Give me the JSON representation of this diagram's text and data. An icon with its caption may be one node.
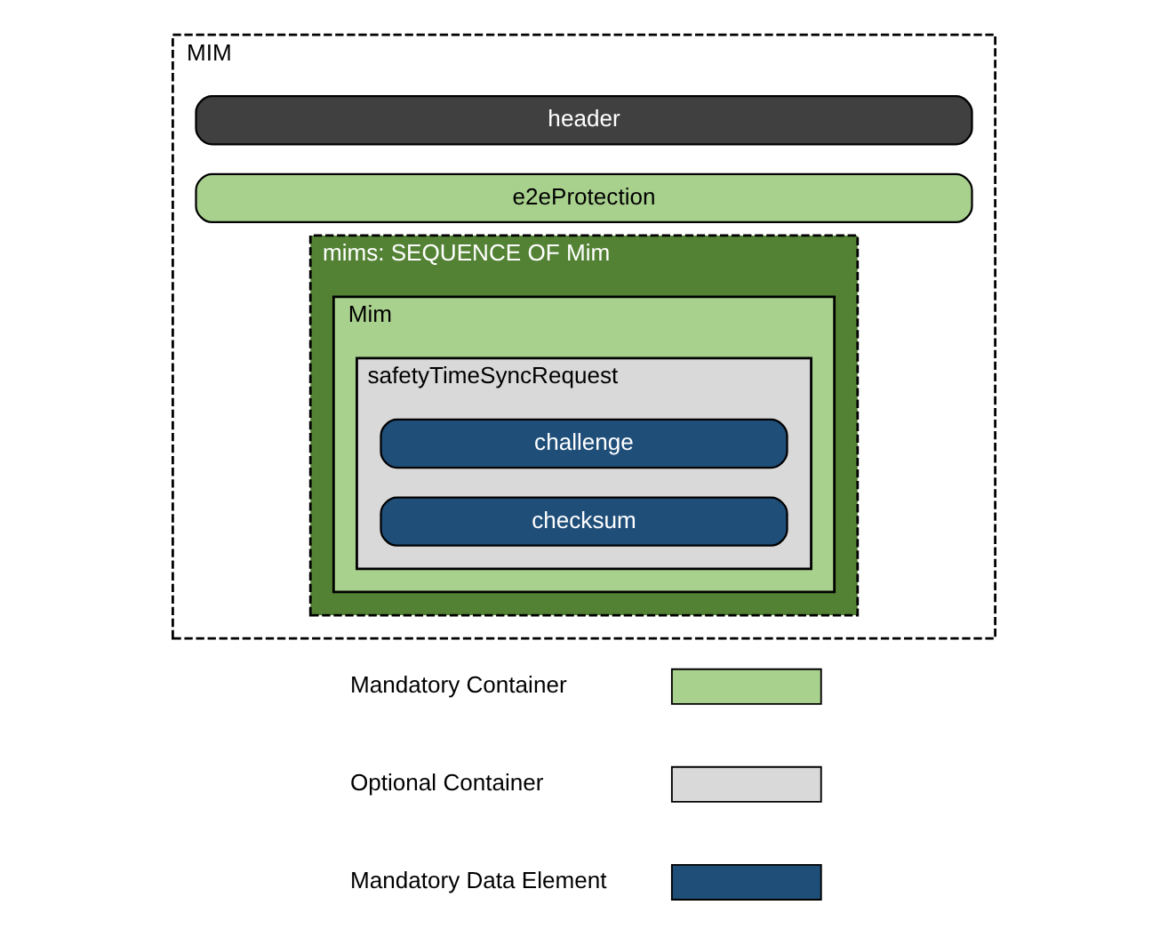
{
  "diagram": {
    "nodes": [
      {
        "text": [
          "MIM"
        ]
      },
      {
        "text": [
          "header"
        ],
        "in": 0
      },
      {
        "text": [
          "e2eProtection"
        ],
        "in": 0
      },
      {
        "text": [
          "mims: SEQUENCE OF Mim"
        ],
        "in": 0
      },
      {
        "text": [
          "Mim"
        ],
        "in": 3
      },
      {
        "text": [
          "safetyTimeSyncRequest"
        ],
        "in": 4
      },
      {
        "text": [
          "challenge"
        ],
        "in": 5
      },
      {
        "text": [
          "checksum"
        ],
        "in": 5
      }
    ],
    "legend": [
      {
        "text": "Mandatory Container",
        "color": "#a9d18e"
      },
      {
        "text": "Optional Container",
        "color": "#d9d9d9"
      },
      {
        "text": "Mandatory Data Element",
        "color": "#1f4e79"
      }
    ]
  }
}
